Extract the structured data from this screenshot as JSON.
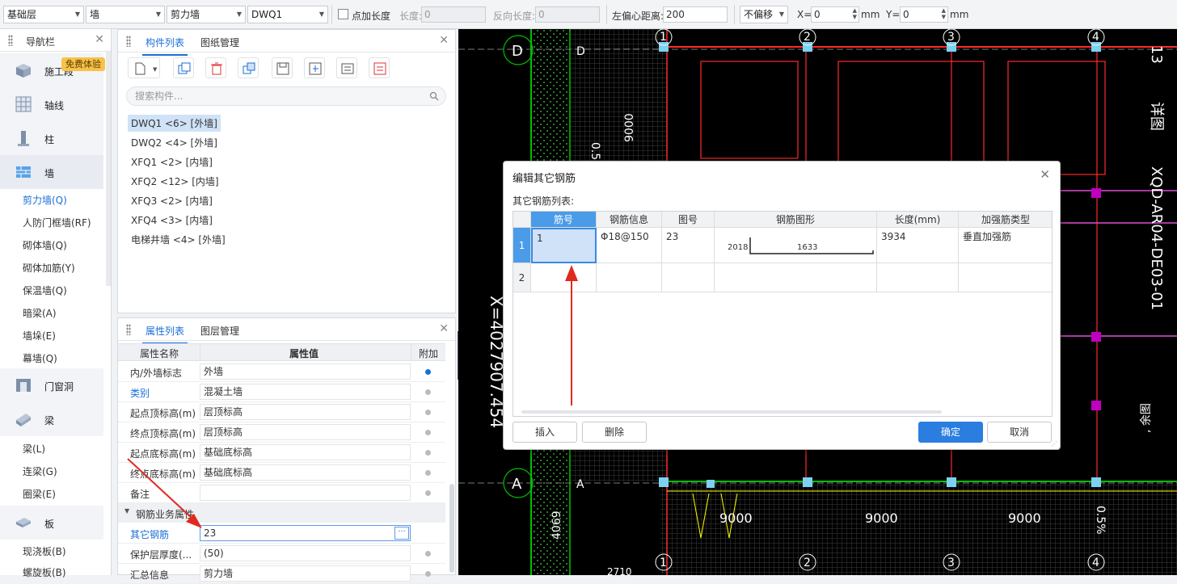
{
  "toolbar": {
    "floor": "基础层",
    "category": "墙",
    "type": "剪力墙",
    "component": "DWQ1",
    "add_length_label": "点加长度",
    "length_label": "长度:",
    "length_value": "0",
    "reverse_length_label": "反向长度:",
    "reverse_length_value": "0",
    "left_offset_label": "左偏心距离:",
    "left_offset_value": "200",
    "offset_mode": "不偏移",
    "x_label": "X=",
    "x_value": "0",
    "y_label": "Y=",
    "y_value": "0",
    "unit": "mm"
  },
  "nav": {
    "title": "导航栏",
    "badge": "免费体验",
    "categories": [
      {
        "label": "施工段"
      },
      {
        "label": "轴线"
      },
      {
        "label": "柱"
      },
      {
        "label": "墙"
      },
      {
        "label": "门窗洞"
      },
      {
        "label": "梁"
      },
      {
        "label": "板"
      }
    ],
    "wall_items": [
      "剪力墙(Q)",
      "人防门框墙(RF)",
      "砌体墙(Q)",
      "砌体加筋(Y)",
      "保温墙(Q)",
      "暗梁(A)",
      "墙垛(E)",
      "幕墙(Q)"
    ],
    "beam_items": [
      "梁(L)",
      "连梁(G)",
      "圈梁(E)"
    ],
    "slab_items": [
      "现浇板(B)",
      "螺旋板(B)"
    ]
  },
  "components": {
    "tab1": "构件列表",
    "tab2": "图纸管理",
    "search_placeholder": "搜索构件...",
    "items": [
      "DWQ1 <6> [外墙]",
      "DWQ2 <4> [外墙]",
      "XFQ1 <2> [内墙]",
      "XFQ2 <12> [内墙]",
      "XFQ3 <2> [内墙]",
      "XFQ4 <3> [内墙]",
      "电梯井墙 <4> [外墙]"
    ]
  },
  "properties": {
    "tab1": "属性列表",
    "tab2": "图层管理",
    "col_name": "属性名称",
    "col_value": "属性值",
    "col_extra": "附加",
    "rows": [
      {
        "name": "内/外墙标志",
        "value": "外墙"
      },
      {
        "name": "类别",
        "value": "混凝土墙"
      },
      {
        "name": "起点顶标高(m)",
        "value": "层顶标高"
      },
      {
        "name": "终点顶标高(m)",
        "value": "层顶标高"
      },
      {
        "name": "起点底标高(m)",
        "value": "基础底标高"
      },
      {
        "name": "终点底标高(m)",
        "value": "基础底标高"
      },
      {
        "name": "备注",
        "value": ""
      }
    ],
    "section": "钢筋业务属性",
    "rows2": [
      {
        "name": "其它钢筋",
        "value": "23"
      },
      {
        "name": "保护层厚度(...",
        "value": "(50)"
      },
      {
        "name": "汇总信息",
        "value": "剪力墙"
      }
    ]
  },
  "cad": {
    "axis_top": [
      "1",
      "2",
      "3",
      "4"
    ],
    "axis_side": [
      "D",
      "A"
    ],
    "dims": [
      "9000",
      "9000",
      "9000",
      "9000",
      "4069",
      "2710"
    ],
    "coord_text": "X=4027907.454",
    "right_text": "XQD-AR04-DE03-01",
    "right_text2": "详图",
    "right_text3": "13",
    "slope_text": "0.5%",
    "small_text": ", 余图"
  },
  "dialog": {
    "title": "编辑其它钢筋",
    "list_label": "其它钢筋列表:",
    "headers": [
      "筋号",
      "钢筋信息",
      "图号",
      "钢筋图形",
      "长度(mm)",
      "加强筋类型"
    ],
    "rows": [
      {
        "idx": "1",
        "bar_no": "1",
        "info": "Φ18@150",
        "fig": "23",
        "shape_left": "2018",
        "shape_mid": "1633",
        "length": "3934",
        "type": "垂直加强筋"
      },
      {
        "idx": "2",
        "bar_no": "",
        "info": "",
        "fig": "",
        "shape_left": "",
        "shape_mid": "",
        "length": "",
        "type": ""
      }
    ],
    "insert": "插入",
    "delete": "删除",
    "ok": "确定",
    "cancel": "取消"
  }
}
